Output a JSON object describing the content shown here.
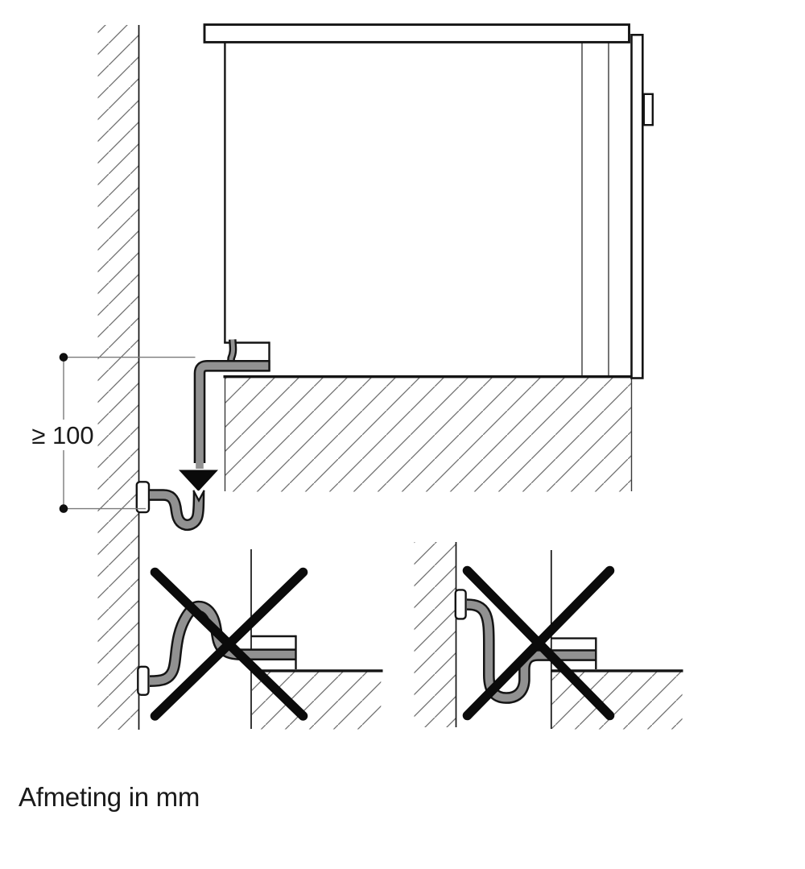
{
  "diagram": {
    "title_semantic": "drain-hose-installation-diagram",
    "dimension_label": "≥ 100",
    "caption": "Afmeting in mm",
    "flow_arrow": "down-arrow",
    "cross_out": "not-allowed-x",
    "colors": {
      "ink": "#141414",
      "thin": "#3a3a3a",
      "hose": "#919191",
      "hatch": "#6e6e6e",
      "dim": "#7a7a7a",
      "text": "#1a1a1a",
      "bg": "#ffffff"
    }
  }
}
